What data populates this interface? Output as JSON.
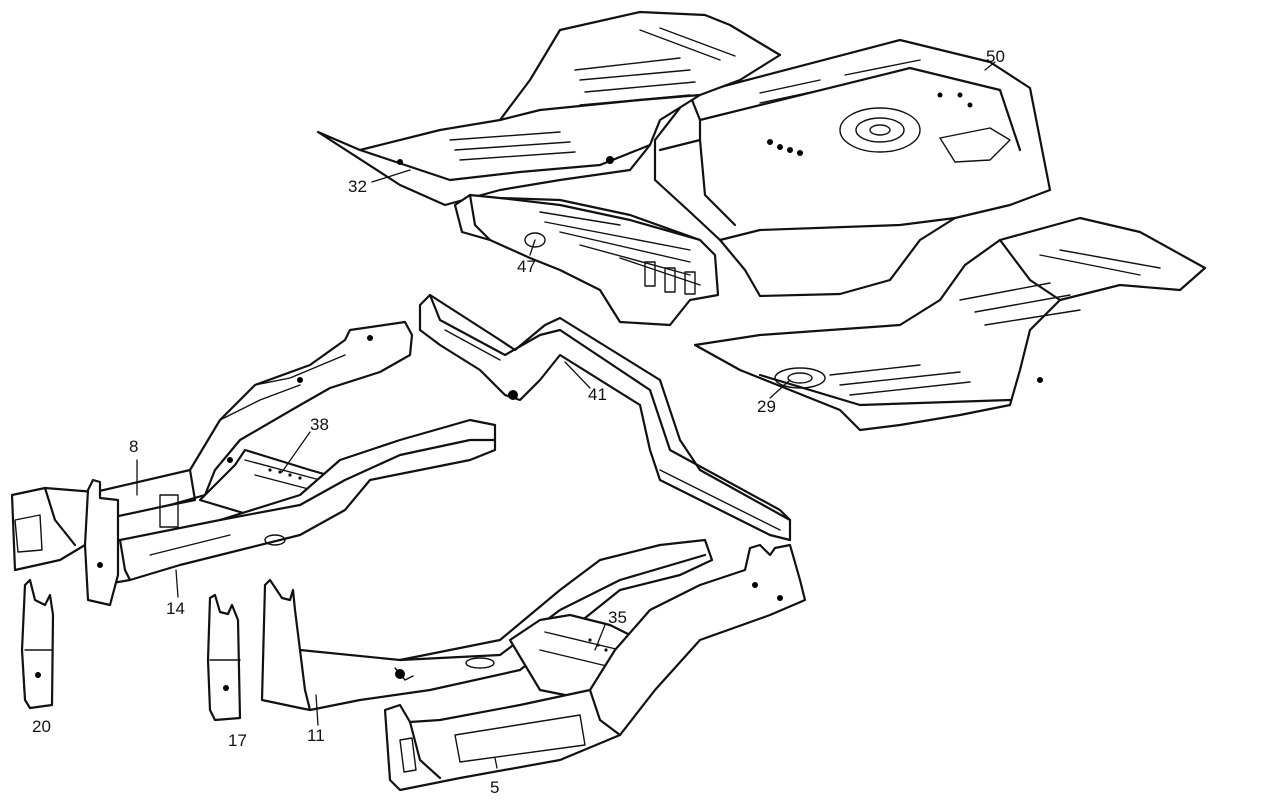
{
  "callouts": {
    "c50": "50",
    "c32": "32",
    "c47": "47",
    "c41": "41",
    "c29": "29",
    "c38": "38",
    "c8": "8",
    "c14": "14",
    "c35": "35",
    "c20": "20",
    "c17": "17",
    "c11": "11",
    "c5": "5"
  }
}
